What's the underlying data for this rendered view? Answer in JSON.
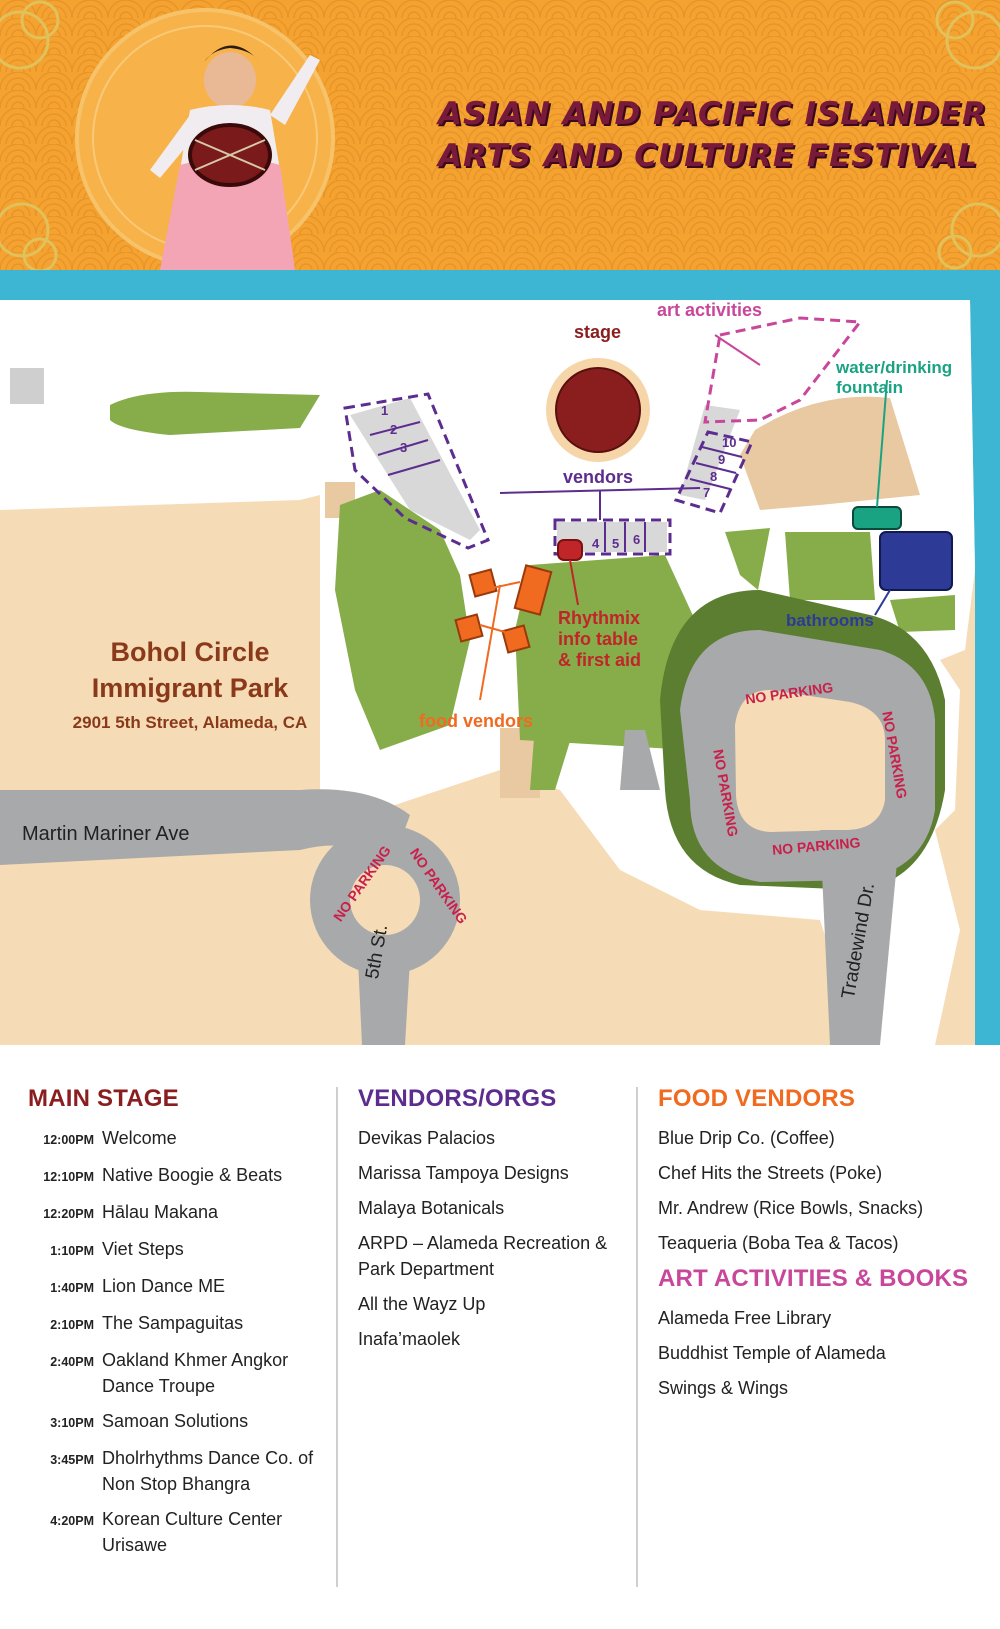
{
  "header": {
    "title_line1": "ASIAN AND PACIFIC ISLANDER",
    "title_line2": "ARTS AND CULTURE FESTIVAL",
    "colors": {
      "bg": "#f4a330",
      "title": "#7a1a3a"
    }
  },
  "map": {
    "park_name_line1": "Bohol Circle",
    "park_name_line2": "Immigrant Park",
    "address": "2901 5th Street, Alameda, CA",
    "labels": {
      "stage": "stage",
      "art_activities": "art activities",
      "water_line1": "water/drinking",
      "water_line2": "fountain",
      "vendors": "vendors",
      "bathrooms": "bathrooms",
      "food_vendors": "food vendors",
      "rhythmix_line1": "Rhythmix",
      "rhythmix_line2": "info table",
      "rhythmix_line3": "& first aid"
    },
    "booths": [
      "1",
      "2",
      "3",
      "4",
      "5",
      "6",
      "7",
      "8",
      "9",
      "10"
    ],
    "streets": {
      "martin_mariner": "Martin Mariner Ave",
      "fifth_st": "5th St.",
      "tradewind": "Tradewind Dr."
    },
    "no_parking": "NO PARKING",
    "colors": {
      "water": "#3cb6d2",
      "land": "#f6dcb6",
      "green": "#86ad4a",
      "darkgreen": "#5b7e30",
      "road": "#a8a9ab",
      "stage": "#8a1e1e",
      "vendor_outline": "#5c2d8e",
      "food": "#f06a20",
      "art": "#c9479b",
      "fountain": "#1aa383",
      "bathrooms": "#2d3a96"
    }
  },
  "schedule": {
    "main_stage": {
      "title": "MAIN STAGE",
      "items": [
        {
          "time": "12:00PM",
          "act": "Welcome"
        },
        {
          "time": "12:10PM",
          "act": "Native Boogie & Beats"
        },
        {
          "time": "12:20PM",
          "act": "Hālau Makana"
        },
        {
          "time": "1:10PM",
          "act": "Viet Steps"
        },
        {
          "time": "1:40PM",
          "act": "Lion Dance ME"
        },
        {
          "time": "2:10PM",
          "act": "The Sampaguitas"
        },
        {
          "time": "2:40PM",
          "act": "Oakland Khmer Angkor Dance Troupe"
        },
        {
          "time": "3:10PM",
          "act": "Samoan Solutions"
        },
        {
          "time": "3:45PM",
          "act": "Dholrhythms Dance Co. of Non Stop Bhangra"
        },
        {
          "time": "4:20PM",
          "act": "Korean Culture Center Urisawe"
        }
      ]
    },
    "vendors": {
      "title": "VENDORS/ORGS",
      "items": [
        "Devikas Palacios",
        "Marissa Tampoya Designs",
        "Malaya Botanicals",
        "ARPD – Alameda Recreation & Park Department",
        "All the Wayz Up",
        "Inafa’maolek"
      ]
    },
    "food": {
      "title": "FOOD VENDORS",
      "items": [
        "Blue Drip Co. (Coffee)",
        "Chef Hits the Streets (Poke)",
        "Mr. Andrew (Rice Bowls, Snacks)",
        "Teaqueria (Boba Tea & Tacos)"
      ]
    },
    "art": {
      "title": "ART ACTIVITIES & BOOKS",
      "items": [
        "Alameda Free Library",
        "Buddhist Temple of Alameda",
        "Swings & Wings"
      ]
    }
  }
}
